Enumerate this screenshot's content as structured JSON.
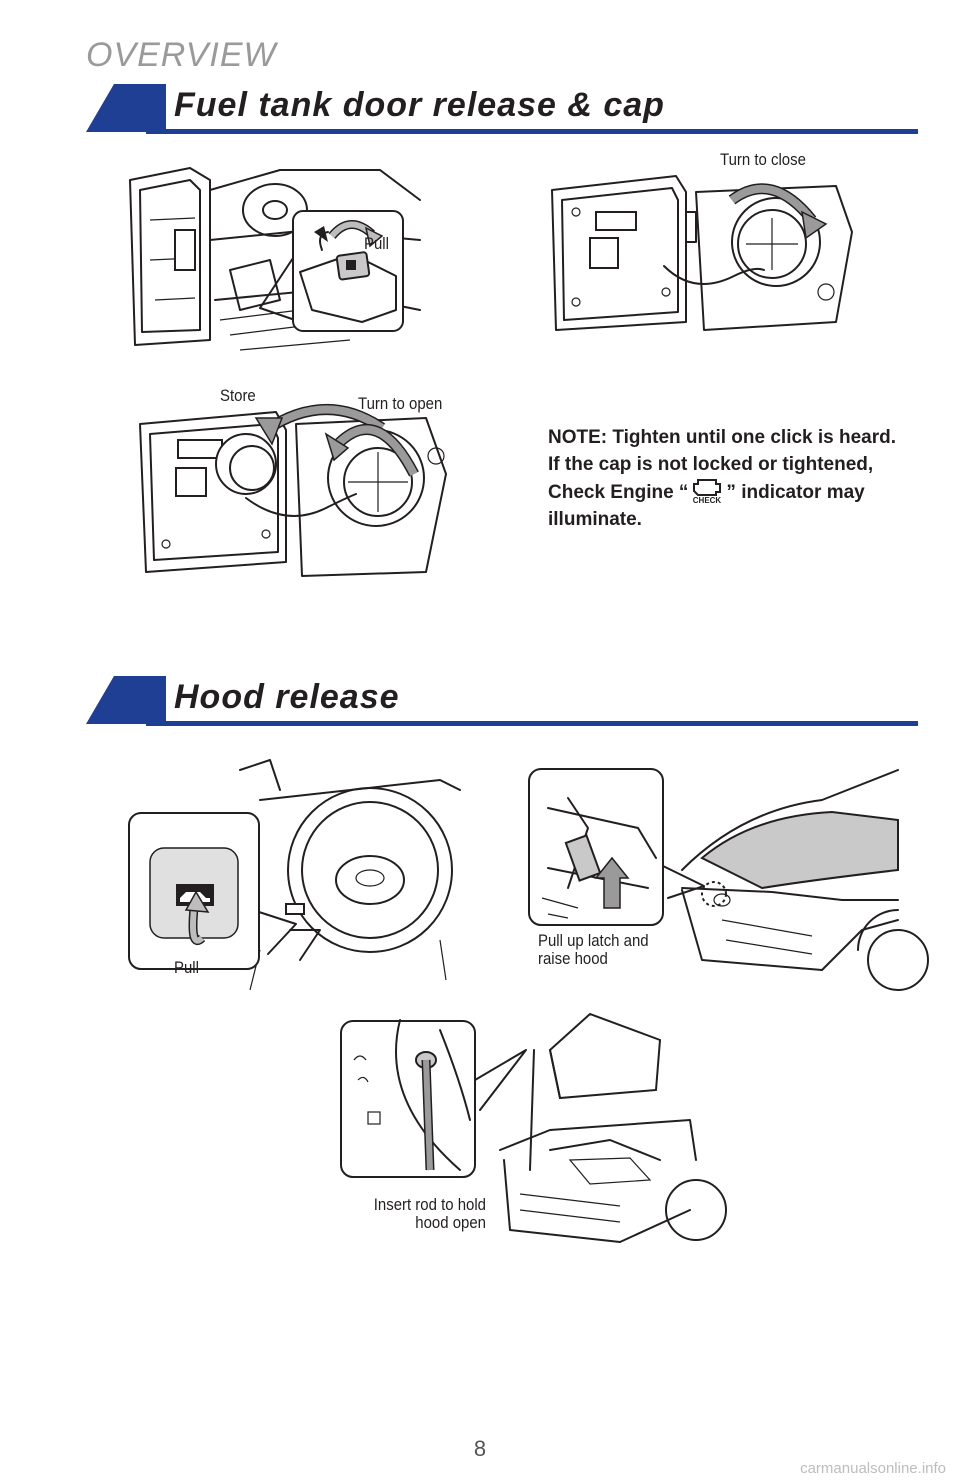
{
  "header": {
    "overview": "OVERVIEW"
  },
  "colors": {
    "accent_blue": "#1f3f94",
    "heading_gray": "#9a9a9a"
  },
  "fuel_section": {
    "title": "Fuel tank door release & cap",
    "labels": {
      "pull": "Pull",
      "turn_to_close": "Turn to close",
      "store": "Store",
      "turn_to_open": "Turn to open"
    },
    "note": {
      "before_icon": "NOTE: Tighten until one click is heard. If the cap is not locked or tightened, Check Engine “",
      "icon_label": "CHECK",
      "after_icon": "” indicator may illuminate."
    }
  },
  "hood_section": {
    "title": "Hood release",
    "labels": {
      "pull": "Pull",
      "pull_up_latch_line1": "Pull up latch and",
      "pull_up_latch_line2": "raise hood",
      "insert_rod_line1": "Insert rod to hold",
      "insert_rod_line2": "hood open"
    }
  },
  "footer": {
    "page_number": "8",
    "watermark": "carmanualsonline.info"
  },
  "icons": [
    "check-engine-icon",
    "hood-release-icon",
    "fuel-door-release-icon",
    "curved-arrow-icon",
    "up-arrow-icon"
  ]
}
